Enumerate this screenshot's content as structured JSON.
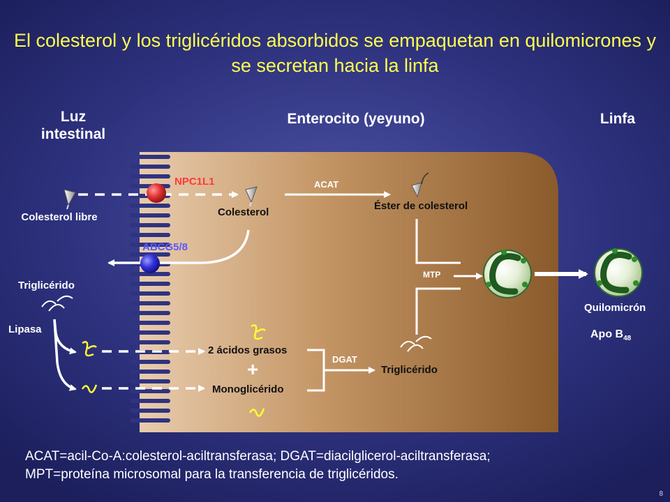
{
  "title": "El colesterol y los triglicéridos absorbidos se  empaquetan en quilomicrones y se secretan hacia la linfa",
  "regions": {
    "lumen": "Luz intestinal",
    "enterocyte": "Enterocito (yeyuno)",
    "lymph": "Linfa"
  },
  "labels": {
    "npc1l1": "NPC1L1",
    "abcg58": "ABCG5/8",
    "free_cholesterol": "Colesterol libre",
    "cholesterol": "Colesterol",
    "acat": "ACAT",
    "cholesterol_ester": "Éster de colesterol",
    "mtp": "MTP",
    "triglyceride_lumen": "Triglicérido",
    "lipase": "Lipasa",
    "fatty_acids": "2 ácidos grasos",
    "plus": "+",
    "monoglyceride": "Monoglicérido",
    "dgat": "DGAT",
    "triglyceride_cell": "Triglicérido",
    "chylomicron": "Quilomicrón",
    "apo_b": "Apo B",
    "apo_b_sub": "48"
  },
  "colors": {
    "background": "#2f3380",
    "title": "#ffff4d",
    "cell": "#a9743e",
    "npc1l1": "#e83c3c",
    "abcg58": "#3a3ad8",
    "chylomicron": "#2f8a2f"
  },
  "footnote": {
    "line1": "ACAT=acil-Co-A:colesterol-aciltransferasa;  DGAT=diacilglicerol-aciltransferasa;",
    "line2": "MPT=proteína microsomal para la transferencia de triglicéridos."
  },
  "page_number": "8"
}
